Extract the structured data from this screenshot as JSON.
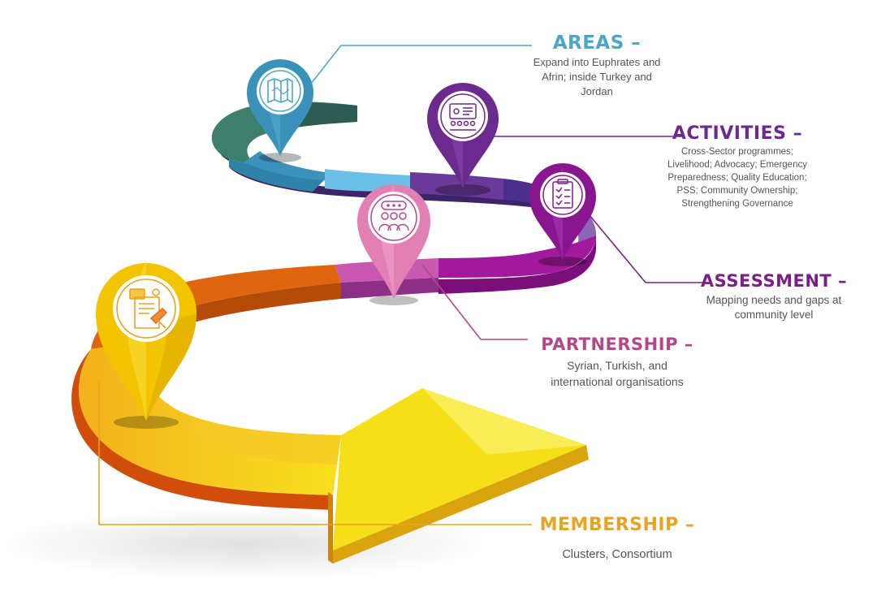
{
  "colors": {
    "areas": "#4ba6c8",
    "activities": "#6a2a8e",
    "assessment": "#7b1f86",
    "partnership": "#b2488a",
    "membership": "#e7a321"
  },
  "stages": {
    "areas": {
      "title": "AREAS –",
      "body": "Expand into Euphrates and\nAfrin; inside Turkey and\nJordan",
      "icon": "map-icon"
    },
    "activities": {
      "title": "ACTIVITIES –",
      "body": "Cross-Sector programmes;\nLivelihood; Advocacy; Emergency\nPreparedness; Quality Education;\nPSS; Community Ownership;\nStrengthening Governance",
      "icon": "presentation-icon"
    },
    "assessment": {
      "title": "ASSESSMENT –",
      "body": "Mapping needs and gaps at\ncommunity level",
      "icon": "checklist-icon"
    },
    "partnership": {
      "title": "PARTNERSHIP –",
      "body": "Syrian, Turkish, and\ninternational organisations",
      "icon": "team-icon"
    },
    "membership": {
      "title": "MEMBERSHIP –",
      "body": "Clusters, Consortium",
      "icon": "document-signing-icon"
    }
  }
}
